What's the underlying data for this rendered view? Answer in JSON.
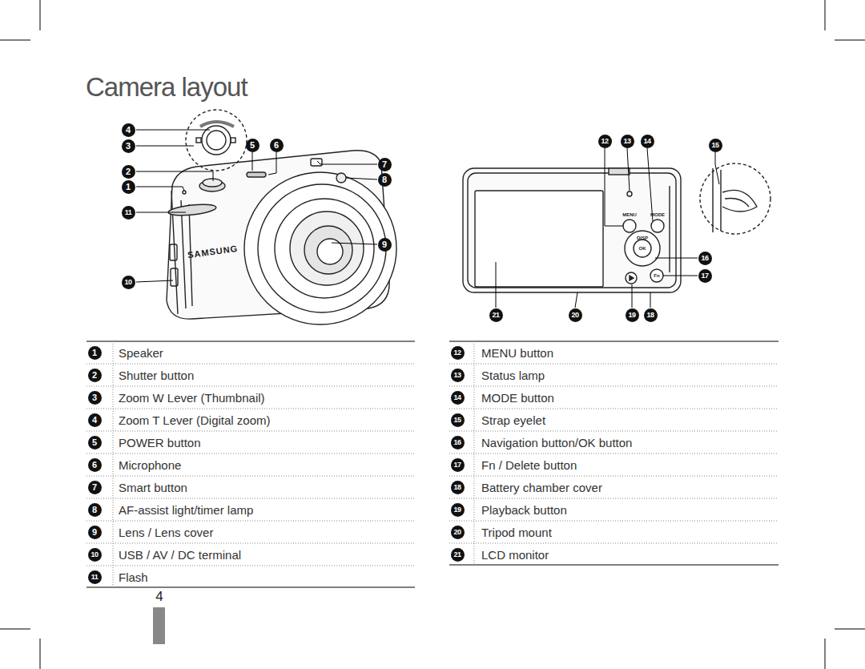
{
  "diagram": {
    "title": "Camera layout",
    "labels": [
      "4",
      "3",
      "5",
      "6",
      "2",
      "7",
      "1",
      "8",
      "11",
      "9",
      "10",
      "12",
      "13",
      "14",
      "15",
      "16",
      "17",
      "21",
      "20",
      "19",
      "18",
      "SAMSUNG",
      "MENU",
      "MODE",
      "DISP",
      "OK",
      "Fn",
      "1",
      "Speaker",
      "2",
      "Shutter button",
      "3",
      "Zoom W Lever (Thumbnail)",
      "4",
      "Zoom T Lever (Digital zoom)",
      "5",
      "POWER button",
      "6",
      "Microphone",
      "7",
      "Smart button",
      "8",
      "AF-assist light/timer lamp",
      "9",
      "Lens / Lens cover",
      "10",
      "USB / AV / DC terminal",
      "11",
      "Flash",
      "12",
      "MENU button",
      "13",
      "Status lamp",
      "14",
      "MODE button",
      "15",
      "Strap eyelet",
      "16",
      "Navigation button/OK button",
      "17",
      "Fn / Delete button",
      "18",
      "Battery chamber cover",
      "19",
      "Playback button",
      "20",
      "Tripod mount",
      "21",
      "LCD monitor",
      "4"
    ]
  }
}
